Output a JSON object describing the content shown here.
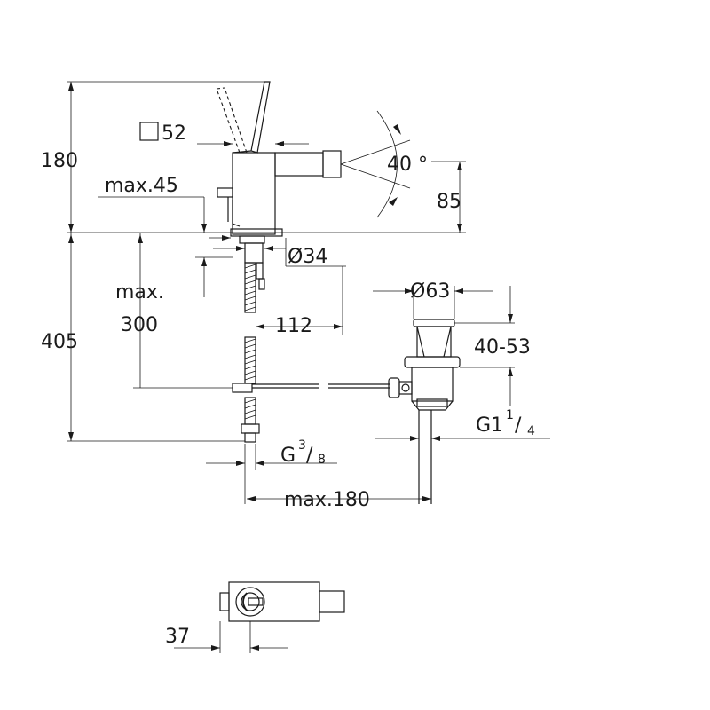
{
  "dimensions": {
    "square_value": "52",
    "height_spout": "180",
    "max_45": "max.45",
    "angle": "40 °",
    "height_85": "85",
    "dia_34": "Ø34",
    "max_label": "max.",
    "max_300": "300",
    "reach_112": "112",
    "height_405": "405",
    "dia_63": "Ø63",
    "range_40_53": "40-53",
    "g_label": "G",
    "g_num": "3",
    "g_den": "8",
    "g1_label": "G1",
    "g1_num": "1",
    "g1_den": "4",
    "max_180": "max.180",
    "offset_37": "37"
  }
}
